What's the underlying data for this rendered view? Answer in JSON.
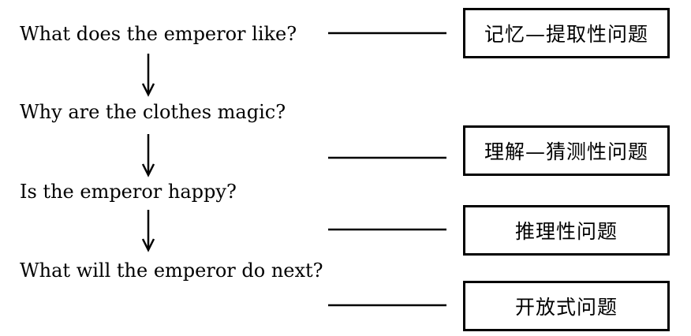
{
  "questions": [
    "What does the emperor like?",
    "Why are the clothes magic?",
    "Is the emperor happy?",
    "What will the emperor do next?"
  ],
  "labels": [
    "记忆—提取性问题",
    "理解—猜测性问题",
    "推理性问题",
    "开放式问题"
  ]
}
